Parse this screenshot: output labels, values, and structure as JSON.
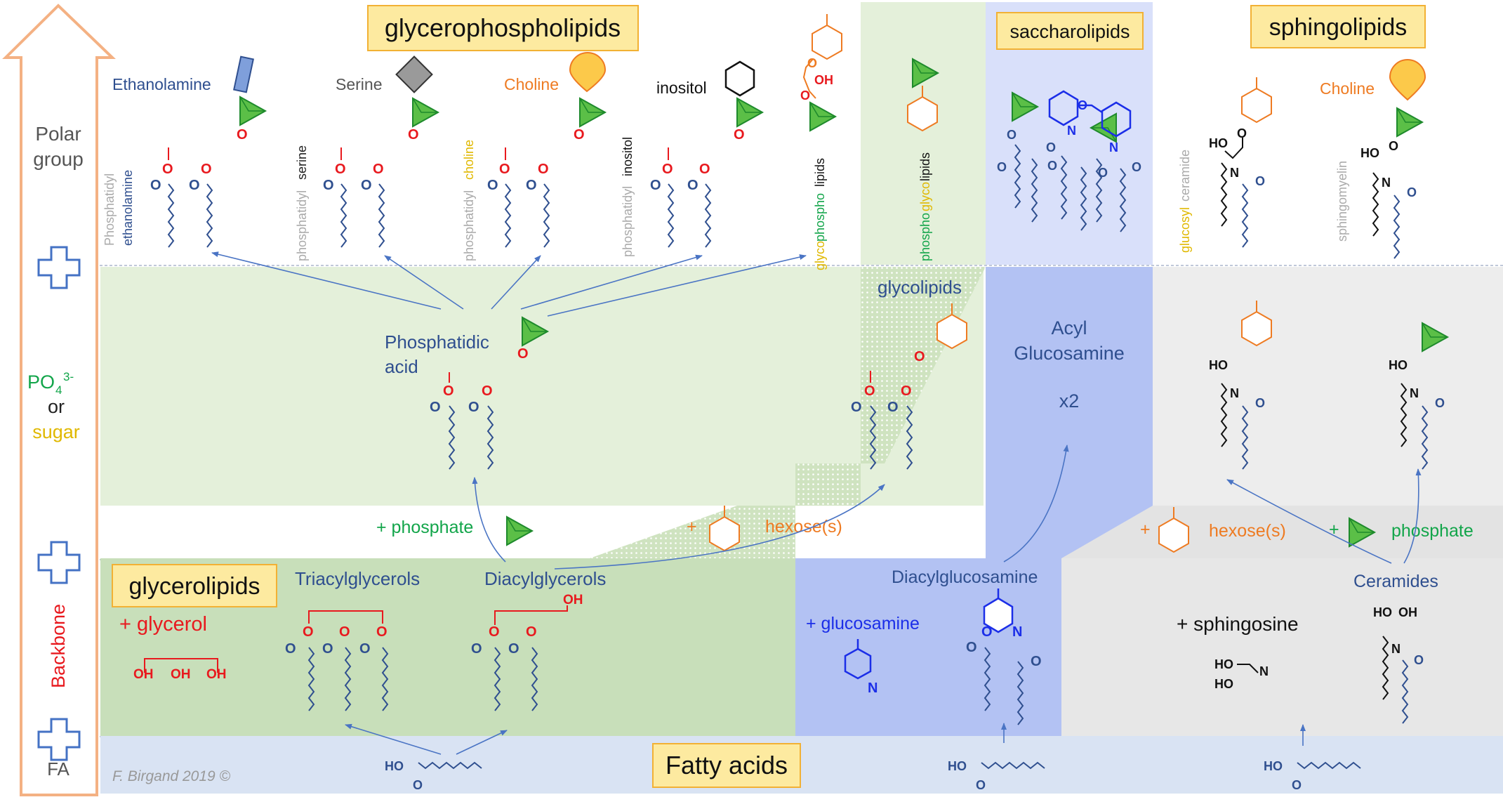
{
  "credit": "F. Birgand 2019 ©",
  "left_axis": {
    "polar": [
      "Polar",
      "group"
    ],
    "po4": "PO",
    "po4_sub": "4",
    "po4_sup": "3-",
    "or": "or",
    "sugar": "sugar",
    "backbone": "Backbone",
    "fa": "FA"
  },
  "boxes": {
    "glycerophospholipids": "glycerophospholipids",
    "saccharolipids": "saccharolipids",
    "sphingolipids": "sphingolipids",
    "glycerolipids": "glycerolipids",
    "fatty_acids": "Fatty acids"
  },
  "head_groups": {
    "ethanolamine": "Ethanolamine",
    "serine": "Serine",
    "choline": "Choline",
    "inositol": "inositol",
    "choline_sphingo": "Choline"
  },
  "vertical_labels": {
    "pe": {
      "a": "Phosphatidyl",
      "b": "ethanolamine"
    },
    "ps": {
      "a": "phosphatidyl",
      "b": "serine"
    },
    "pc": {
      "a": "phosphatidyl",
      "b": "choline"
    },
    "pi": {
      "a": "phosphatidyl",
      "b": "inositol"
    },
    "gpl": {
      "a": "glyco",
      "b": "phospho",
      "c": "lipids"
    },
    "pgl": {
      "a": "phospho",
      "b": "glyco",
      "c": "lipids"
    },
    "glucosylceramide": {
      "a": "glucosyl",
      "b": "ceramide"
    },
    "sphingomyelin": "sphingomyelin"
  },
  "labels": {
    "phosphatidic": "Phosphatidic",
    "acid": "acid",
    "glycolipids": "glycolipids",
    "acyl": "Acyl",
    "glucosamine": "Glucosamine",
    "x2": "x2",
    "plus_phosphate": "+ phosphate",
    "plus": "+",
    "hexoses": "hexose(s)",
    "phosphate": "phosphate",
    "plus_glycerol": "+ glycerol",
    "triacylglycerols": "Triacylglycerols",
    "diacylglycerols": "Diacylglycerols",
    "diacylglucosamine": "Diacylglucosamine",
    "plus_glucosamine": "+ glucosamine",
    "plus_sphingosine": "+ sphingosine",
    "ceramides": "Ceramides"
  },
  "atoms": {
    "O": "O",
    "OH": "OH",
    "HO": "HO",
    "N": "N"
  },
  "colors": {
    "blue_text": "#2f4f8f",
    "red": "#e8191e",
    "green_text": "#12a54a",
    "orange": "#ee7b22",
    "gold": "#e0b800",
    "bright_blue": "#1b2ee8",
    "box_fill": "#fdeaa0",
    "box_border": "#f2b134",
    "band_green_light": "#e4f0da",
    "band_green_mid": "#c8dfba",
    "band_blue": "#b3c2f3",
    "band_blue_light": "#d9e0fa",
    "band_grey": "#e7e7e7",
    "band_fa": "#d9e3f3",
    "phosphate_fill": "#5bbf47"
  }
}
